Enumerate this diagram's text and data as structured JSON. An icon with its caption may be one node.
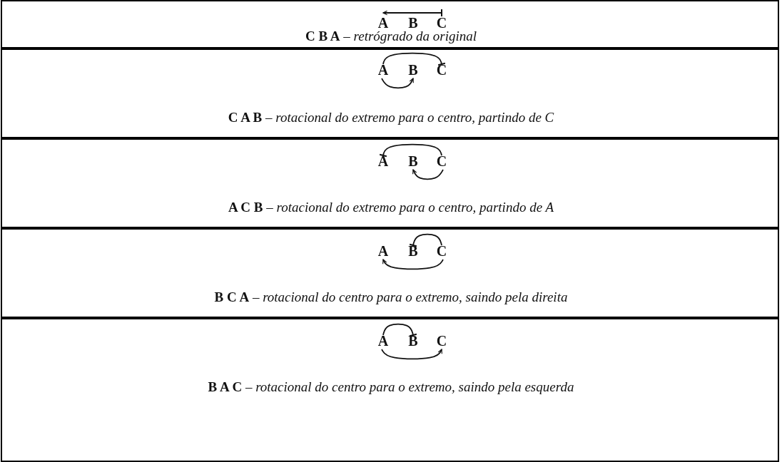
{
  "diagram": {
    "nodes": [
      {
        "text": [
          "A"
        ]
      },
      {
        "text": [
          "B"
        ]
      },
      {
        "text": [
          "C"
        ]
      },
      {
        "text": [
          "A"
        ]
      },
      {
        "text": [
          "B"
        ]
      },
      {
        "text": [
          "C"
        ]
      },
      {
        "text": [
          "A"
        ]
      },
      {
        "text": [
          "B"
        ]
      },
      {
        "text": [
          "C"
        ]
      },
      {
        "text": [
          "A"
        ]
      },
      {
        "text": [
          "B"
        ]
      },
      {
        "text": [
          "C"
        ]
      },
      {
        "text": [
          "A"
        ]
      },
      {
        "text": [
          "B"
        ]
      },
      {
        "text": [
          "C"
        ]
      }
    ],
    "edges": [
      {
        "from": 2,
        "to": 0,
        "arrow": "to"
      },
      {
        "from": 5,
        "to": 3,
        "arrow": "other"
      },
      {
        "from": 3,
        "to": 4,
        "arrow": "to"
      },
      {
        "from": 6,
        "to": 8,
        "arrow": "other"
      },
      {
        "from": 8,
        "to": 7,
        "arrow": "to"
      },
      {
        "from": 10,
        "to": 11,
        "arrow": "other"
      },
      {
        "from": 11,
        "to": 9,
        "arrow": "to"
      },
      {
        "from": 13,
        "to": 12,
        "arrow": "other"
      },
      {
        "from": 12,
        "to": 14,
        "arrow": "to"
      }
    ],
    "labels": [
      "**C B A** – *retrógrado da original*",
      "**C A B** – *rotacional do extremo para o centro, partindo de C*",
      "**A C B** – *rotacional do extremo para o centro, partindo de A*",
      "**B C A** – *rotacional do centro para o extremo, saindo pela direita*",
      "**B A C** – *rotacional do centro para o extremo, saindo pela esquerda*"
    ]
  }
}
